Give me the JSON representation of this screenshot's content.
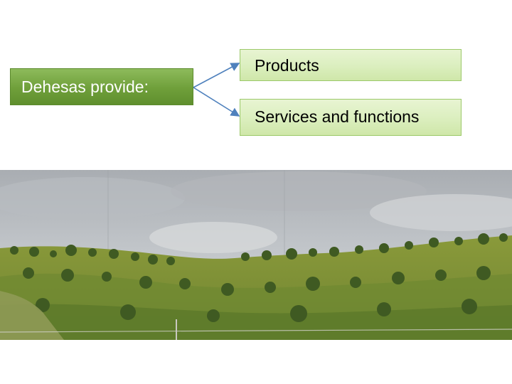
{
  "diagram": {
    "source_label": "Dehesas provide:",
    "targets": [
      {
        "label": "Products"
      },
      {
        "label": "Services and functions"
      }
    ]
  },
  "colors": {
    "source_fill": "#6f9f3a",
    "target_fill": "#dcefc0",
    "connector": "#4f81bd"
  },
  "photo": {
    "icon": "landscape-photo"
  }
}
